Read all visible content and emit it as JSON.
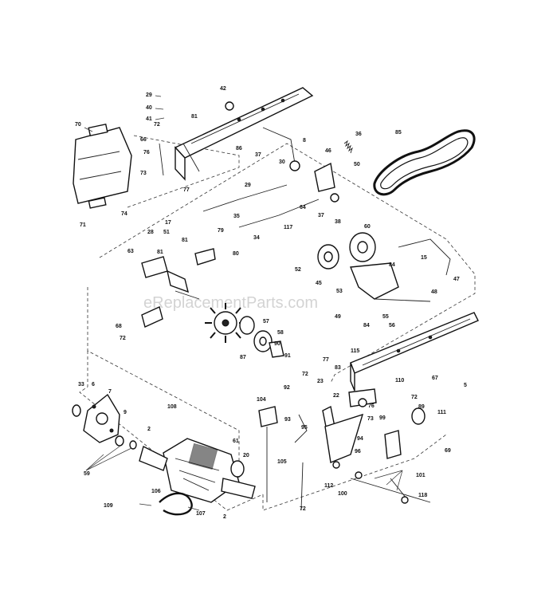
{
  "watermark": "eReplacementParts.com",
  "labels": [
    {
      "id": "l29",
      "text": "29"
    },
    {
      "id": "l40",
      "text": "40"
    },
    {
      "id": "l41",
      "text": "41"
    },
    {
      "id": "l42",
      "text": "42"
    },
    {
      "id": "l70",
      "text": "70"
    },
    {
      "id": "l81a",
      "text": "81"
    },
    {
      "id": "l72a",
      "text": "72"
    },
    {
      "id": "l66",
      "text": "66"
    },
    {
      "id": "l76",
      "text": "76"
    },
    {
      "id": "l73a",
      "text": "73"
    },
    {
      "id": "l77",
      "text": "77"
    },
    {
      "id": "l86",
      "text": "86"
    },
    {
      "id": "l37a",
      "text": "37"
    },
    {
      "id": "l8",
      "text": "8"
    },
    {
      "id": "l46",
      "text": "46"
    },
    {
      "id": "l36",
      "text": "36"
    },
    {
      "id": "l50a",
      "text": "50"
    },
    {
      "id": "l30",
      "text": "30"
    },
    {
      "id": "l85",
      "text": "85"
    },
    {
      "id": "l29b",
      "text": "29"
    },
    {
      "id": "l64",
      "text": "64"
    },
    {
      "id": "l37b",
      "text": "37"
    },
    {
      "id": "l38",
      "text": "38"
    },
    {
      "id": "l71",
      "text": "71"
    },
    {
      "id": "l74",
      "text": "74"
    },
    {
      "id": "l17",
      "text": "17"
    },
    {
      "id": "l51a",
      "text": "51"
    },
    {
      "id": "l28",
      "text": "28"
    },
    {
      "id": "l79",
      "text": "79"
    },
    {
      "id": "l35",
      "text": "35"
    },
    {
      "id": "l34",
      "text": "34"
    },
    {
      "id": "l117",
      "text": "117"
    },
    {
      "id": "l60",
      "text": "60"
    },
    {
      "id": "l81b",
      "text": "81"
    },
    {
      "id": "l80",
      "text": "80"
    },
    {
      "id": "l63",
      "text": "63"
    },
    {
      "id": "l81c",
      "text": "81"
    },
    {
      "id": "l52",
      "text": "52"
    },
    {
      "id": "l45",
      "text": "45"
    },
    {
      "id": "l15",
      "text": "15"
    },
    {
      "id": "l47",
      "text": "47"
    },
    {
      "id": "l84a",
      "text": "84"
    },
    {
      "id": "l53",
      "text": "53"
    },
    {
      "id": "l48",
      "text": "48"
    },
    {
      "id": "l49",
      "text": "49"
    },
    {
      "id": "l84b",
      "text": "84"
    },
    {
      "id": "l55",
      "text": "55"
    },
    {
      "id": "l56",
      "text": "56"
    },
    {
      "id": "l68",
      "text": "68"
    },
    {
      "id": "l72b",
      "text": "72"
    },
    {
      "id": "l57",
      "text": "57"
    },
    {
      "id": "l58",
      "text": "58"
    },
    {
      "id": "l87",
      "text": "87"
    },
    {
      "id": "l90",
      "text": "90"
    },
    {
      "id": "l91",
      "text": "91"
    },
    {
      "id": "l115",
      "text": "115"
    },
    {
      "id": "l77b",
      "text": "77"
    },
    {
      "id": "l83",
      "text": "83"
    },
    {
      "id": "l72c",
      "text": "72"
    },
    {
      "id": "l110",
      "text": "110"
    },
    {
      "id": "l67",
      "text": "67"
    },
    {
      "id": "l5",
      "text": "5"
    },
    {
      "id": "l72d",
      "text": "72"
    },
    {
      "id": "l33",
      "text": "33"
    },
    {
      "id": "l6",
      "text": "6"
    },
    {
      "id": "l7",
      "text": "7"
    },
    {
      "id": "l104",
      "text": "104"
    },
    {
      "id": "l92",
      "text": "92"
    },
    {
      "id": "l23",
      "text": "23"
    },
    {
      "id": "l22",
      "text": "22"
    },
    {
      "id": "l76b",
      "text": "76"
    },
    {
      "id": "l89",
      "text": "89"
    },
    {
      "id": "l111",
      "text": "111"
    },
    {
      "id": "l73b",
      "text": "73"
    },
    {
      "id": "l108",
      "text": "108"
    },
    {
      "id": "l9",
      "text": "9"
    },
    {
      "id": "l2a",
      "text": "2"
    },
    {
      "id": "l93",
      "text": "93"
    },
    {
      "id": "l95",
      "text": "95"
    },
    {
      "id": "l94",
      "text": "94"
    },
    {
      "id": "l99",
      "text": "99"
    },
    {
      "id": "l61",
      "text": "61"
    },
    {
      "id": "l20",
      "text": "20"
    },
    {
      "id": "l105",
      "text": "105"
    },
    {
      "id": "l96",
      "text": "96"
    },
    {
      "id": "l59",
      "text": "59"
    },
    {
      "id": "l101",
      "text": "101"
    },
    {
      "id": "l112",
      "text": "112"
    },
    {
      "id": "l100",
      "text": "100"
    },
    {
      "id": "l106",
      "text": "106"
    },
    {
      "id": "l118",
      "text": "118"
    },
    {
      "id": "l109",
      "text": "109"
    },
    {
      "id": "l107",
      "text": "107"
    },
    {
      "id": "l2b",
      "text": "2"
    },
    {
      "id": "l72e",
      "text": "72"
    },
    {
      "id": "l69",
      "text": "69"
    }
  ]
}
